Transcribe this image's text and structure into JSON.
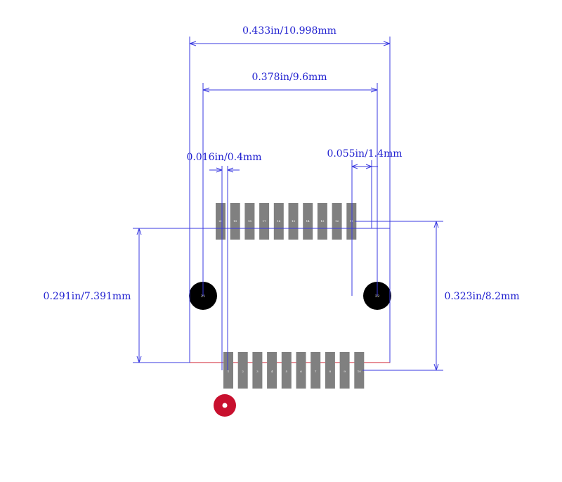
{
  "dimensions": {
    "overall_width": "0.433in/10.998mm",
    "hole_span": "0.378in/9.6mm",
    "pad_width": "0.016in/0.4mm",
    "pad_pitch": "0.055in/1.4mm",
    "body_height": "0.291in/7.391mm",
    "total_height": "0.323in/8.2mm"
  },
  "top_pads": [
    "20",
    "19",
    "18",
    "17",
    "16",
    "15",
    "14",
    "13",
    "12",
    "11"
  ],
  "bottom_pads": [
    "1",
    "2",
    "3",
    "4",
    "5",
    "6",
    "7",
    "8",
    "9",
    "10"
  ],
  "mounting_holes": [
    "21",
    "22"
  ],
  "colors": {
    "dimension": "#3a3ae0",
    "outline": "#d02030",
    "pad": "#808080",
    "hole": "#000000",
    "pin1_marker": "#c8102e"
  }
}
